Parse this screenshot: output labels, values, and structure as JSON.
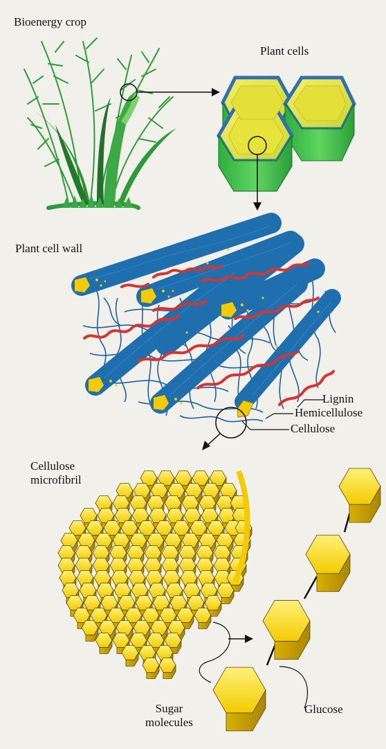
{
  "labels": {
    "bioenergy_crop": "Bioenergy crop",
    "plant_cells": "Plant cells",
    "plant_cell_wall": "Plant cell wall",
    "lignin": "Lignin",
    "hemicellulose": "Hemicellulose",
    "cellulose": "Cellulose",
    "cellulose_microfibril_line1": "Cellulose",
    "cellulose_microfibril_line2": "microfibril",
    "sugar_molecules_line1": "Sugar",
    "sugar_molecules_line2": "molecules",
    "glucose": "Glucose"
  },
  "colors": {
    "background": "#f1f0ea",
    "grass": "#3aa845",
    "cell_wall_green": "#45c24e",
    "cell_inner_yellow": "#e9e13a",
    "cell_border_blue": "#2f6fb6",
    "cellulose_fiber_blue": "#1f6fae",
    "hemicellulose_network": "#1c5fa6",
    "lignin_red": "#d8342f",
    "cellulose_yellow": "#f2cc00"
  }
}
